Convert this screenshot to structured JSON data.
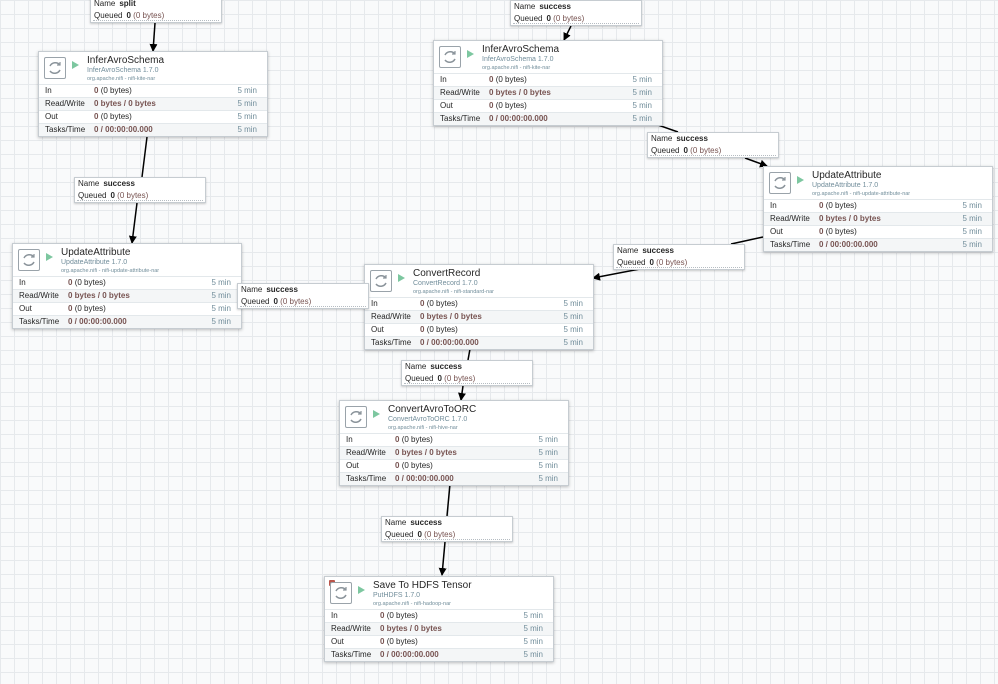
{
  "labels": {
    "name": "Name",
    "queued": "Queued",
    "in": "In",
    "readwrite": "Read/Write",
    "out": "Out",
    "tasks": "Tasks/Time"
  },
  "processors": {
    "p1": {
      "title": "InferAvroSchema",
      "type": "InferAvroSchema 1.7.0",
      "bundle": "org.apache.nifi - nifi-kite-nar",
      "in": "0",
      "in_bytes": "(0 bytes)",
      "rw": "0 bytes / 0 bytes",
      "out": "0",
      "out_bytes": "(0 bytes)",
      "tasks": "0 / 00:00:00.000",
      "window": "5 min"
    },
    "p2": {
      "title": "InferAvroSchema",
      "type": "InferAvroSchema 1.7.0",
      "bundle": "org.apache.nifi - nifi-kite-nar",
      "in": "0",
      "in_bytes": "(0 bytes)",
      "rw": "0 bytes / 0 bytes",
      "out": "0",
      "out_bytes": "(0 bytes)",
      "tasks": "0 / 00:00:00.000",
      "window": "5 min"
    },
    "p3": {
      "title": "UpdateAttribute",
      "type": "UpdateAttribute 1.7.0",
      "bundle": "org.apache.nifi - nifi-update-attribute-nar",
      "in": "0",
      "in_bytes": "(0 bytes)",
      "rw": "0 bytes / 0 bytes",
      "out": "0",
      "out_bytes": "(0 bytes)",
      "tasks": "0 / 00:00:00.000",
      "window": "5 min"
    },
    "p4": {
      "title": "UpdateAttribute",
      "type": "UpdateAttribute 1.7.0",
      "bundle": "org.apache.nifi - nifi-update-attribute-nar",
      "in": "0",
      "in_bytes": "(0 bytes)",
      "rw": "0 bytes / 0 bytes",
      "out": "0",
      "out_bytes": "(0 bytes)",
      "tasks": "0 / 00:00:00.000",
      "window": "5 min"
    },
    "p5": {
      "title": "ConvertRecord",
      "type": "ConvertRecord 1.7.0",
      "bundle": "org.apache.nifi - nifi-standard-nar",
      "in": "0",
      "in_bytes": "(0 bytes)",
      "rw": "0 bytes / 0 bytes",
      "out": "0",
      "out_bytes": "(0 bytes)",
      "tasks": "0 / 00:00:00.000",
      "window": "5 min"
    },
    "p6": {
      "title": "ConvertAvroToORC",
      "type": "ConvertAvroToORC 1.7.0",
      "bundle": "org.apache.nifi - nifi-hive-nar",
      "in": "0",
      "in_bytes": "(0 bytes)",
      "rw": "0 bytes / 0 bytes",
      "out": "0",
      "out_bytes": "(0 bytes)",
      "tasks": "0 / 00:00:00.000",
      "window": "5 min"
    },
    "p7": {
      "title": "Save To HDFS Tensor",
      "type": "PutHDFS 1.7.0",
      "bundle": "org.apache.nifi - nifi-hadoop-nar",
      "in": "0",
      "in_bytes": "(0 bytes)",
      "rw": "0 bytes / 0 bytes",
      "out": "0",
      "out_bytes": "(0 bytes)",
      "tasks": "0 / 00:00:00.000",
      "window": "5 min"
    }
  },
  "connections": {
    "c1": {
      "name": "split",
      "queued": "0",
      "queued_bytes": "(0 bytes)"
    },
    "c2": {
      "name": "success",
      "queued": "0",
      "queued_bytes": "(0 bytes)"
    },
    "c3": {
      "name": "success",
      "queued": "0",
      "queued_bytes": "(0 bytes)"
    },
    "c4": {
      "name": "success",
      "queued": "0",
      "queued_bytes": "(0 bytes)"
    },
    "c5": {
      "name": "success",
      "queued": "0",
      "queued_bytes": "(0 bytes)"
    },
    "c6": {
      "name": "success",
      "queued": "0",
      "queued_bytes": "(0 bytes)"
    },
    "c7": {
      "name": "success",
      "queued": "0",
      "queued_bytes": "(0 bytes)"
    },
    "c8": {
      "name": "success",
      "queued": "0",
      "queued_bytes": "(0 bytes)"
    }
  },
  "colors": {
    "running": "#7dc7a0",
    "invalid": "#ba554a",
    "value": "#775351",
    "meta": "#728e9b"
  },
  "icons": {
    "processor": "processor-icon",
    "run": "run-icon",
    "invalid": "invalid-icon"
  }
}
